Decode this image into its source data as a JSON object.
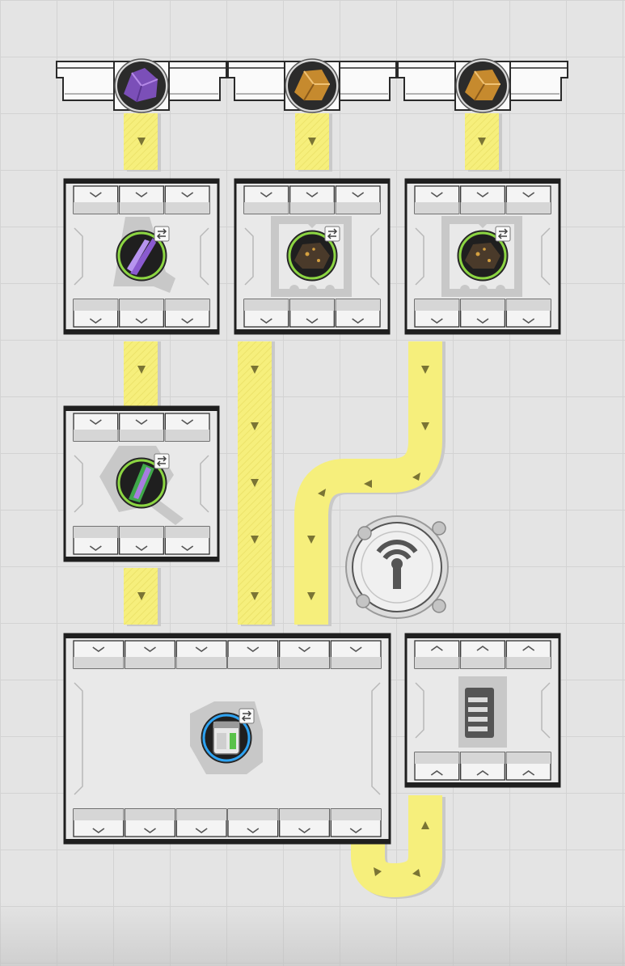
{
  "game": {
    "screen": "factory-layout"
  },
  "colors": {
    "conveyor": "#f6ef7c",
    "conveyor_shadow": "#c9c9c9",
    "building_border": "#1f1f1f",
    "building_fill": "#e9e9e9",
    "slot_fill": "#dadada",
    "active_ring": "#8cd642",
    "product_ring": "#2ea3f2",
    "board": "#e4e4e4"
  },
  "resource_nodes": [
    {
      "name": "resource-node-amethyst",
      "resource": "amethyst-ore",
      "icon": "purple-crystal-icon"
    },
    {
      "name": "resource-node-copper-a",
      "resource": "copper-ore",
      "icon": "copper-ore-icon"
    },
    {
      "name": "resource-node-copper-b",
      "resource": "copper-ore",
      "icon": "copper-ore-icon"
    }
  ],
  "buildings": [
    {
      "name": "smelter-amethyst",
      "type": "crusher",
      "recipe_icon": "crystal-shard-icon",
      "state": "active",
      "swap_icon": "swap-icon"
    },
    {
      "name": "smelter-copper-a",
      "type": "furnace",
      "recipe_icon": "dark-ore-chunk-icon",
      "state": "active",
      "swap_icon": "swap-icon"
    },
    {
      "name": "smelter-copper-b",
      "type": "furnace",
      "recipe_icon": "dark-ore-chunk-icon",
      "state": "active",
      "swap_icon": "swap-icon"
    },
    {
      "name": "refiner-crystal",
      "type": "refinery",
      "recipe_icon": "crystal-plate-icon",
      "state": "active",
      "swap_icon": "swap-icon"
    },
    {
      "name": "assembler",
      "type": "assembler",
      "recipe_icon": "battery-cell-icon",
      "state": "product",
      "swap_icon": "swap-icon"
    },
    {
      "name": "storage",
      "type": "storage",
      "recipe_icon": "storage-rack-icon",
      "state": "idle"
    }
  ],
  "special": {
    "name": "radio-tower",
    "icon": "antenna-signal-icon"
  }
}
